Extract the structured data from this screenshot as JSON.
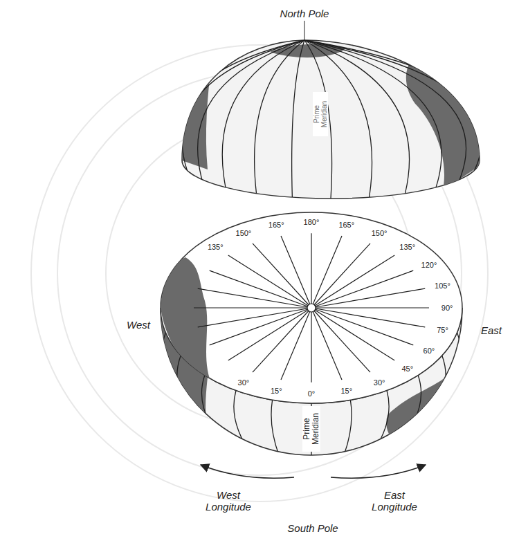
{
  "diagram": {
    "labels": [
      "North Pole",
      "Prime Meridian",
      "135°",
      "150°",
      "165°",
      "180°",
      "165°",
      "150°",
      "135°",
      "120°",
      "105°",
      "90°",
      "75°",
      "60°",
      "45°",
      "30°",
      "15°",
      "0°",
      "15°",
      "30°",
      "West",
      "East",
      "Prime Meridian",
      "West Longitude",
      "East Longitude",
      "South Pole"
    ]
  }
}
